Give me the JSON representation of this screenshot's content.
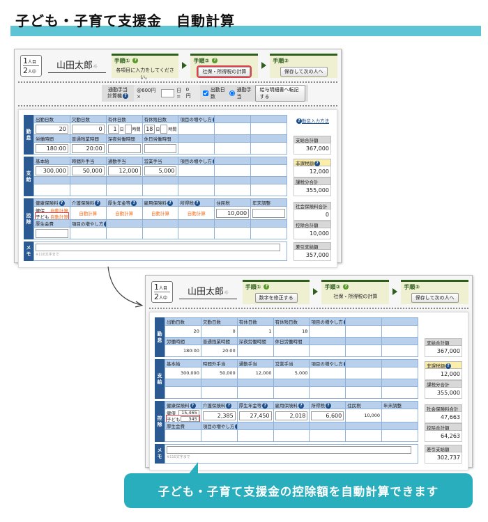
{
  "title": "子ども・子育て支援金　自動計算",
  "banner": "子ども・子育て支援金の控除額を自動計算できます",
  "colors": {
    "accent": "#29aebe",
    "section": "#2b5a92",
    "auto": "#f07020",
    "highlight": "#e0404a"
  },
  "panels": [
    {
      "idx": {
        "n": "1",
        "n_label": "人目",
        "total": "2",
        "total_label": "人中"
      },
      "name": "山田太郎",
      "name_icon": "☼",
      "steps": [
        {
          "title": "手順①",
          "q": true,
          "text": "各項目に入力をしてください。"
        },
        {
          "title": "手順②",
          "q": true,
          "button": "社保・所得税の計算",
          "hl": true
        },
        {
          "title": "手順③",
          "button": "保存して次の人へ"
        }
      ],
      "commute": {
        "label1": "通勤手当",
        "label2": "計算機",
        "rate": "@600円 ×",
        "unit": "日 =",
        "result": "0 円",
        "check": "出勤日数",
        "radio": "通勤手当",
        "button": "給与明細書へ転記する"
      },
      "sections": [
        {
          "label": "勤怠",
          "rows": [
            {
              "h": [
                {
                  "t": "出勤日数"
                },
                {
                  "t": "欠勤日数"
                },
                {
                  "t": "有休日数"
                },
                {
                  "t": "有休残日数"
                },
                {
                  "t": "項目の増やし方",
                  "q": true
                },
                {
                  "t": ""
                },
                {
                  "t": ""
                }
              ]
            },
            {
              "v": [
                {
                  "k": "input",
                  "v": "20"
                },
                {
                  "k": "input",
                  "v": "0"
                },
                {
                  "k": "days",
                  "v": "1",
                  "u1": "日",
                  "u2": "時間"
                },
                {
                  "k": "days",
                  "v": "18",
                  "u1": "日",
                  "u2": "時間"
                },
                {
                  "k": "blank"
                },
                {
                  "k": "blank"
                },
                {
                  "k": "blank"
                }
              ]
            },
            {
              "h": [
                {
                  "t": "労働時間"
                },
                {
                  "t": "普通残業時間"
                },
                {
                  "t": "深夜労働時間"
                },
                {
                  "t": "休日労働時間"
                },
                {
                  "t": ""
                },
                {
                  "t": ""
                },
                {
                  "t": ""
                }
              ]
            },
            {
              "v": [
                {
                  "k": "input",
                  "v": "180:00"
                },
                {
                  "k": "input",
                  "v": "20:00"
                },
                {
                  "k": "input",
                  "v": ""
                },
                {
                  "k": "input",
                  "v": ""
                },
                {
                  "k": "blank"
                },
                {
                  "k": "blank"
                },
                {
                  "k": "blank"
                }
              ]
            }
          ],
          "link": "勤怠入力方法",
          "summary": [
            {
              "label": "支給合計額",
              "value": "367,000"
            }
          ]
        },
        {
          "label": "支給",
          "rows": [
            {
              "h": [
                {
                  "t": "基本給"
                },
                {
                  "t": "時間外手当"
                },
                {
                  "t": "通勤手当"
                },
                {
                  "t": "営業手当"
                },
                {
                  "t": "項目の増やし方",
                  "q": true
                },
                {
                  "t": ""
                },
                {
                  "t": ""
                }
              ]
            },
            {
              "v": [
                {
                  "k": "input",
                  "v": "300,000"
                },
                {
                  "k": "input",
                  "v": "50,000"
                },
                {
                  "k": "input",
                  "v": "12,000"
                },
                {
                  "k": "input",
                  "v": "5,000"
                },
                {
                  "k": "blank"
                },
                {
                  "k": "blank"
                },
                {
                  "k": "blank"
                }
              ]
            },
            {
              "h": [
                {
                  "t": ""
                },
                {
                  "t": ""
                },
                {
                  "t": ""
                },
                {
                  "t": ""
                },
                {
                  "t": ""
                },
                {
                  "t": ""
                },
                {
                  "t": ""
                }
              ]
            },
            {
              "v": [
                {
                  "k": "blank"
                },
                {
                  "k": "blank"
                },
                {
                  "k": "blank"
                },
                {
                  "k": "blank"
                },
                {
                  "k": "blank"
                },
                {
                  "k": "blank"
                },
                {
                  "k": "blank"
                }
              ]
            }
          ],
          "summary": [
            {
              "label": "非課税額",
              "value": "12,000",
              "y": true
            },
            {
              "label": "課税分合計",
              "value": "355,000"
            }
          ]
        },
        {
          "label": "控除",
          "rows": [
            {
              "h": [
                {
                  "t": "健康保険料",
                  "q": true
                },
                {
                  "t": "介護保険料",
                  "q": true
                },
                {
                  "t": "厚生年金等",
                  "q": true
                },
                {
                  "t": "雇用保険料",
                  "q": true
                },
                {
                  "t": "所得税",
                  "q": true
                },
                {
                  "t": "住民税"
                },
                {
                  "t": "年末調整"
                }
              ]
            },
            {
              "v": [
                {
                  "k": "kenpo",
                  "a": "健保",
                  "av": "自動計算",
                  "b": "子ども",
                  "bv": "自動計算"
                },
                {
                  "k": "auto",
                  "v": "自動計算"
                },
                {
                  "k": "auto",
                  "v": "自動計算"
                },
                {
                  "k": "auto",
                  "v": "自動計算"
                },
                {
                  "k": "auto",
                  "v": "自動計算"
                },
                {
                  "k": "input",
                  "v": "10,000"
                },
                {
                  "k": "input",
                  "v": ""
                }
              ]
            },
            {
              "h": [
                {
                  "t": "厚生会費"
                },
                {
                  "t": "項目の増やし方",
                  "q": true
                },
                {
                  "t": ""
                },
                {
                  "t": ""
                },
                {
                  "t": ""
                },
                {
                  "t": ""
                },
                {
                  "t": ""
                }
              ]
            },
            {
              "v": [
                {
                  "k": "input",
                  "v": ""
                },
                {
                  "k": "blank"
                },
                {
                  "k": "blank"
                },
                {
                  "k": "blank"
                },
                {
                  "k": "blank"
                },
                {
                  "k": "blank"
                },
                {
                  "k": "blank"
                }
              ]
            }
          ],
          "summary": [
            {
              "label": "社会保険料合計",
              "value": "0"
            },
            {
              "label": "控除合計額",
              "value": "10,000"
            }
          ]
        }
      ],
      "memo": {
        "label": "メモ",
        "note": "※110文字まで",
        "summary_label": "差引支給額",
        "summary_value": "357,000"
      }
    },
    {
      "idx": {
        "n": "1",
        "n_label": "人目",
        "total": "2",
        "total_label": "人中"
      },
      "name": "山田太郎",
      "name_icon": "☼",
      "steps": [
        {
          "title": "手順①",
          "q": true,
          "button": "数字を修正する"
        },
        {
          "title": "手順②",
          "q": true,
          "text": "社保・所得税の計算"
        },
        {
          "title": "手順③",
          "button": "保存して次の人へ"
        }
      ],
      "sections": [
        {
          "label": "勤怠",
          "rows": [
            {
              "h": [
                {
                  "t": "出勤日数"
                },
                {
                  "t": "欠勤日数"
                },
                {
                  "t": "有休日数"
                },
                {
                  "t": "有休残日数"
                },
                {
                  "t": "項目の増やし方",
                  "q": true
                },
                {
                  "t": ""
                },
                {
                  "t": ""
                }
              ]
            },
            {
              "v": [
                {
                  "k": "text",
                  "v": "20"
                },
                {
                  "k": "text",
                  "v": "0"
                },
                {
                  "k": "text",
                  "v": "1"
                },
                {
                  "k": "text",
                  "v": "18"
                },
                {
                  "k": "blank"
                },
                {
                  "k": "blank"
                },
                {
                  "k": "blank"
                }
              ]
            },
            {
              "h": [
                {
                  "t": "労働時間"
                },
                {
                  "t": "普通残業時間"
                },
                {
                  "t": "深夜労働時間"
                },
                {
                  "t": "休日労働時間"
                },
                {
                  "t": ""
                },
                {
                  "t": ""
                },
                {
                  "t": ""
                }
              ]
            },
            {
              "v": [
                {
                  "k": "text",
                  "v": "180:00"
                },
                {
                  "k": "text",
                  "v": "20:00"
                },
                {
                  "k": "blank"
                },
                {
                  "k": "blank"
                },
                {
                  "k": "blank"
                },
                {
                  "k": "blank"
                },
                {
                  "k": "blank"
                }
              ]
            }
          ],
          "summary": [
            {
              "label": "支給合計額",
              "value": "367,000"
            }
          ]
        },
        {
          "label": "支給",
          "rows": [
            {
              "h": [
                {
                  "t": "基本給"
                },
                {
                  "t": "時間外手当"
                },
                {
                  "t": "通勤手当"
                },
                {
                  "t": "営業手当"
                },
                {
                  "t": "項目の増やし方",
                  "q": true
                },
                {
                  "t": ""
                },
                {
                  "t": ""
                }
              ]
            },
            {
              "v": [
                {
                  "k": "text",
                  "v": "300,000"
                },
                {
                  "k": "text",
                  "v": "50,000"
                },
                {
                  "k": "text",
                  "v": "12,000"
                },
                {
                  "k": "text",
                  "v": "5,000"
                },
                {
                  "k": "blank"
                },
                {
                  "k": "blank"
                },
                {
                  "k": "blank"
                }
              ]
            },
            {
              "h": [
                {
                  "t": ""
                },
                {
                  "t": ""
                },
                {
                  "t": ""
                },
                {
                  "t": ""
                },
                {
                  "t": ""
                },
                {
                  "t": ""
                },
                {
                  "t": ""
                }
              ]
            },
            {
              "v": [
                {
                  "k": "blank"
                },
                {
                  "k": "blank"
                },
                {
                  "k": "blank"
                },
                {
                  "k": "blank"
                },
                {
                  "k": "blank"
                },
                {
                  "k": "blank"
                },
                {
                  "k": "blank"
                }
              ]
            }
          ],
          "summary": [
            {
              "label": "非課税額",
              "value": "12,000",
              "y": true
            },
            {
              "label": "課税分合計",
              "value": "355,000"
            }
          ]
        },
        {
          "label": "控除",
          "rows": [
            {
              "h": [
                {
                  "t": "健康保険料",
                  "q": true
                },
                {
                  "t": "介護保険料",
                  "q": true
                },
                {
                  "t": "厚生年金等",
                  "q": true
                },
                {
                  "t": "雇用保険料",
                  "q": true
                },
                {
                  "t": "所得税",
                  "q": true
                },
                {
                  "t": "住民税"
                },
                {
                  "t": "年末調整"
                }
              ]
            },
            {
              "v": [
                {
                  "k": "kenpo",
                  "in": true,
                  "a": "健保",
                  "av": "15,465",
                  "b": "子ども",
                  "bv": "345"
                },
                {
                  "k": "input",
                  "v": "2,385"
                },
                {
                  "k": "input",
                  "v": "27,450"
                },
                {
                  "k": "input",
                  "v": "2,018"
                },
                {
                  "k": "input",
                  "v": "6,600"
                },
                {
                  "k": "text",
                  "v": "10,000"
                },
                {
                  "k": "blank"
                }
              ]
            },
            {
              "h": [
                {
                  "t": "厚生会費"
                },
                {
                  "t": "項目の増やし方",
                  "q": true
                },
                {
                  "t": ""
                },
                {
                  "t": ""
                },
                {
                  "t": ""
                },
                {
                  "t": ""
                },
                {
                  "t": ""
                }
              ]
            },
            {
              "v": [
                {
                  "k": "blank"
                },
                {
                  "k": "blank"
                },
                {
                  "k": "blank"
                },
                {
                  "k": "blank"
                },
                {
                  "k": "blank"
                },
                {
                  "k": "blank"
                },
                {
                  "k": "blank"
                }
              ]
            }
          ],
          "summary": [
            {
              "label": "社会保険料合計",
              "value": "47,663"
            },
            {
              "label": "控除合計額",
              "value": "64,263"
            }
          ]
        }
      ],
      "memo": {
        "label": "メモ",
        "note": "※110文字まで",
        "summary_label": "差引支給額",
        "summary_value": "302,737"
      }
    }
  ]
}
